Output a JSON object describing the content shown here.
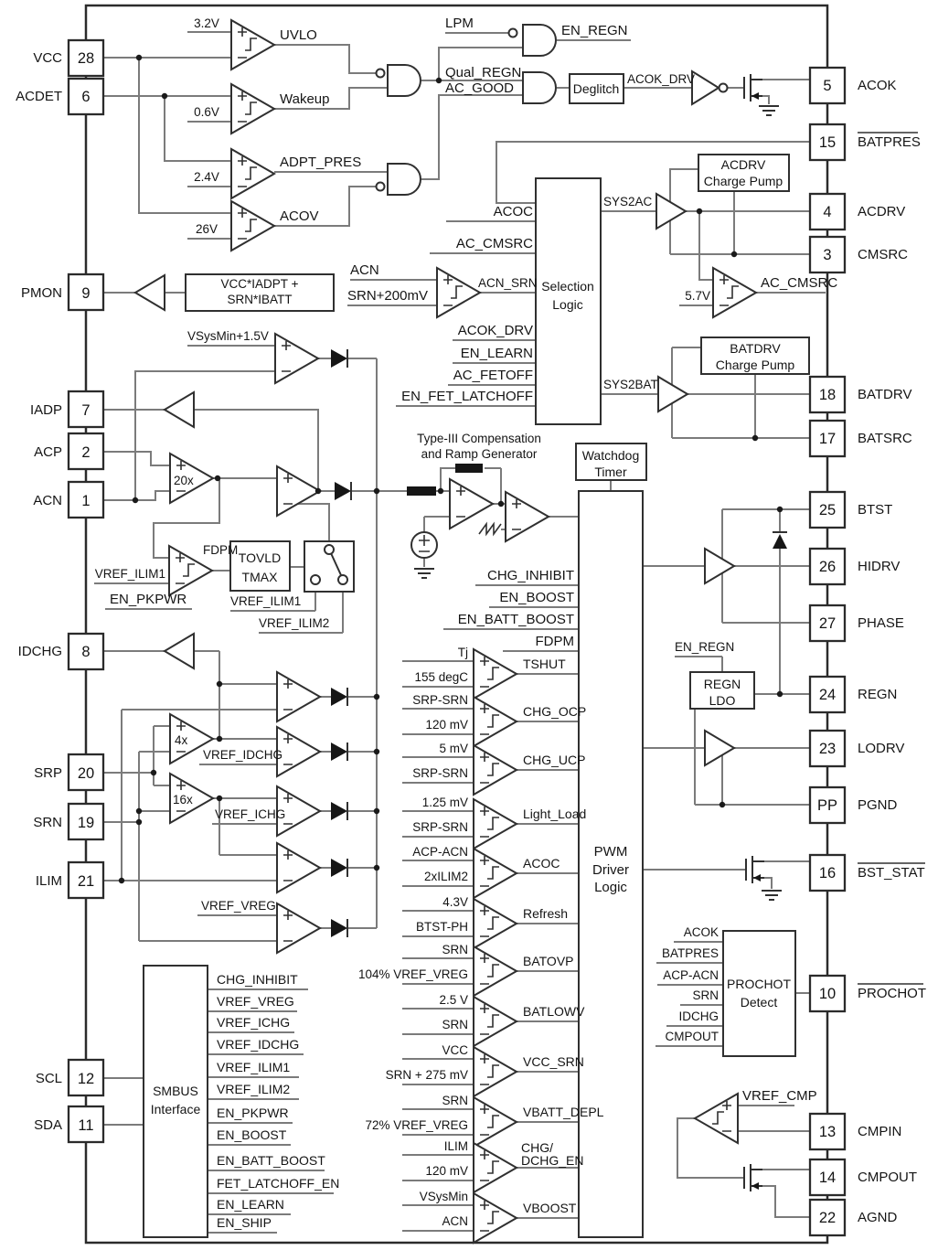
{
  "pins": {
    "left": [
      {
        "num": "28",
        "label": "VCC"
      },
      {
        "num": "6",
        "label": "ACDET"
      },
      {
        "num": "9",
        "label": "PMON"
      },
      {
        "num": "7",
        "label": "IADP"
      },
      {
        "num": "2",
        "label": "ACP"
      },
      {
        "num": "1",
        "label": "ACN"
      },
      {
        "num": "8",
        "label": "IDCHG"
      },
      {
        "num": "20",
        "label": "SRP"
      },
      {
        "num": "19",
        "label": "SRN"
      },
      {
        "num": "21",
        "label": "ILIM"
      },
      {
        "num": "12",
        "label": "SCL"
      },
      {
        "num": "11",
        "label": "SDA"
      }
    ],
    "right": [
      {
        "num": "5",
        "label": "ACOK"
      },
      {
        "num": "15",
        "label": "BATPRES"
      },
      {
        "num": "4",
        "label": "ACDRV"
      },
      {
        "num": "3",
        "label": "CMSRC"
      },
      {
        "num": "18",
        "label": "BATDRV"
      },
      {
        "num": "17",
        "label": "BATSRC"
      },
      {
        "num": "25",
        "label": "BTST"
      },
      {
        "num": "26",
        "label": "HIDRV"
      },
      {
        "num": "27",
        "label": "PHASE"
      },
      {
        "num": "24",
        "label": "REGN"
      },
      {
        "num": "23",
        "label": "LODRV"
      },
      {
        "num": "PP",
        "label": "PGND"
      },
      {
        "num": "16",
        "label": "BST_STAT"
      },
      {
        "num": "10",
        "label": "PROCHOT"
      },
      {
        "num": "13",
        "label": "CMPIN"
      },
      {
        "num": "14",
        "label": "CMPOUT"
      },
      {
        "num": "22",
        "label": "AGND"
      }
    ]
  },
  "top": {
    "v32": "3.2V",
    "uvlo": "UVLO",
    "v06": "0.6V",
    "wakeup": "Wakeup",
    "v24": "2.4V",
    "adpt_pres": "ADPT_PRES",
    "v26": "26V",
    "acov": "ACOV",
    "lpm": "LPM",
    "en_regn": "EN_REGN",
    "qual_regn": "Qual_REGN",
    "ac_good": "AC_GOOD",
    "deglitch": "Deglitch",
    "acok_drv": "ACOK_DRV"
  },
  "sel": {
    "line1": "Selection",
    "line2": "Logic",
    "acoc": "ACOC",
    "ac_cmsrc": "AC_CMSRC",
    "acn": "ACN",
    "srn200": "SRN+200mV",
    "acn_srn": "ACN_SRN",
    "acok_drv": "ACOK_DRV",
    "en_learn": "EN_LEARN",
    "ac_fetoff": "AC_FETOFF",
    "en_fet_latchoff": "EN_FET_LATCHOFF",
    "sys2ac": "SYS2AC",
    "sys2bat": "SYS2BAT"
  },
  "acdrv": {
    "cp1": "ACDRV",
    "cp2": "Charge Pump",
    "v57": "5.7V",
    "ac_cmsrc": "AC_CMSRC"
  },
  "batdrv": {
    "cp1": "BATDRV",
    "cp2": "Charge Pump"
  },
  "pmon": {
    "line1": "VCC*IADPT +",
    "line2": "SRN*IBATT"
  },
  "loop": {
    "vsysmin": "VSysMin+1.5V",
    "x20": "20x",
    "fdpm": "FDPM",
    "vref_ilim1": "VREF_ILIM1",
    "en_pkpwr": "EN_PKPWR",
    "tovld": "TOVLD",
    "tmax": "TMAX",
    "sw1": "VREF_ILIM1",
    "sw2": "VREF_ILIM2",
    "x4": "4x",
    "x16": "16x",
    "vref_idchg": "VREF_IDCHG",
    "vref_ichg": "VREF_ICHG",
    "vref_vreg": "VREF_VREG"
  },
  "typeiii": {
    "line1": "Type-III Compensation",
    "line2": "and Ramp Generator"
  },
  "watchdog": {
    "line1": "Watchdog",
    "line2": "Timer"
  },
  "pwm": {
    "line1": "PWM",
    "line2": "Driver",
    "line3": "Logic",
    "in1": "CHG_INHIBIT",
    "in2": "EN_BOOST",
    "in3": "EN_BATT_BOOST",
    "in4": "FDPM"
  },
  "stack": [
    {
      "plus": "Tj",
      "minus": "155 degC",
      "out": "TSHUT"
    },
    {
      "plus": "SRP-SRN",
      "minus": "120 mV",
      "out": "CHG_OCP"
    },
    {
      "plus": "5 mV",
      "minus": "SRP-SRN",
      "out": "CHG_UCP"
    },
    {
      "plus": "1.25 mV",
      "minus": "SRP-SRN",
      "out": "Light_Load"
    },
    {
      "plus": "ACP-ACN",
      "minus": "2xILIM2",
      "out": "ACOC"
    },
    {
      "plus": "4.3V",
      "minus": "BTST-PH",
      "out": "Refresh"
    },
    {
      "plus": "SRN",
      "minus": "104% VREF_VREG",
      "out": "BATOVP"
    },
    {
      "plus": "2.5 V",
      "minus": "SRN",
      "out": "BATLOWV"
    },
    {
      "plus": "VCC",
      "minus": "SRN + 275 mV",
      "out": "VCC_SRN"
    },
    {
      "plus": "SRN",
      "minus": "72% VREF_VREG",
      "out": "VBATT_DEPL"
    },
    {
      "plus": "ILIM",
      "minus": "120 mV",
      "out1": "CHG/",
      "out2": "DCHG_EN"
    },
    {
      "plus": "VSysMin",
      "minus": "ACN",
      "out": "VBOOST"
    }
  ],
  "regn": {
    "en_regn": "EN_REGN",
    "line1": "REGN",
    "line2": "LDO"
  },
  "prochot": {
    "line1": "PROCHOT",
    "line2": "Detect",
    "in": [
      "ACOK",
      "BATPRES",
      "ACP-ACN",
      "SRN",
      "IDCHG",
      "CMPOUT"
    ]
  },
  "cmp": {
    "vref_cmp": "VREF_CMP"
  },
  "smbus": {
    "line1": "SMBUS",
    "line2": "Interface",
    "signals": [
      "CHG_INHIBIT",
      "VREF_VREG",
      "VREF_ICHG",
      "VREF_IDCHG",
      "VREF_ILIM1",
      "VREF_ILIM2",
      "EN_PKPWR",
      "EN_BOOST",
      "EN_BATT_BOOST",
      "FET_LATCHOFF_EN",
      "EN_LEARN",
      "EN_SHIP"
    ]
  }
}
